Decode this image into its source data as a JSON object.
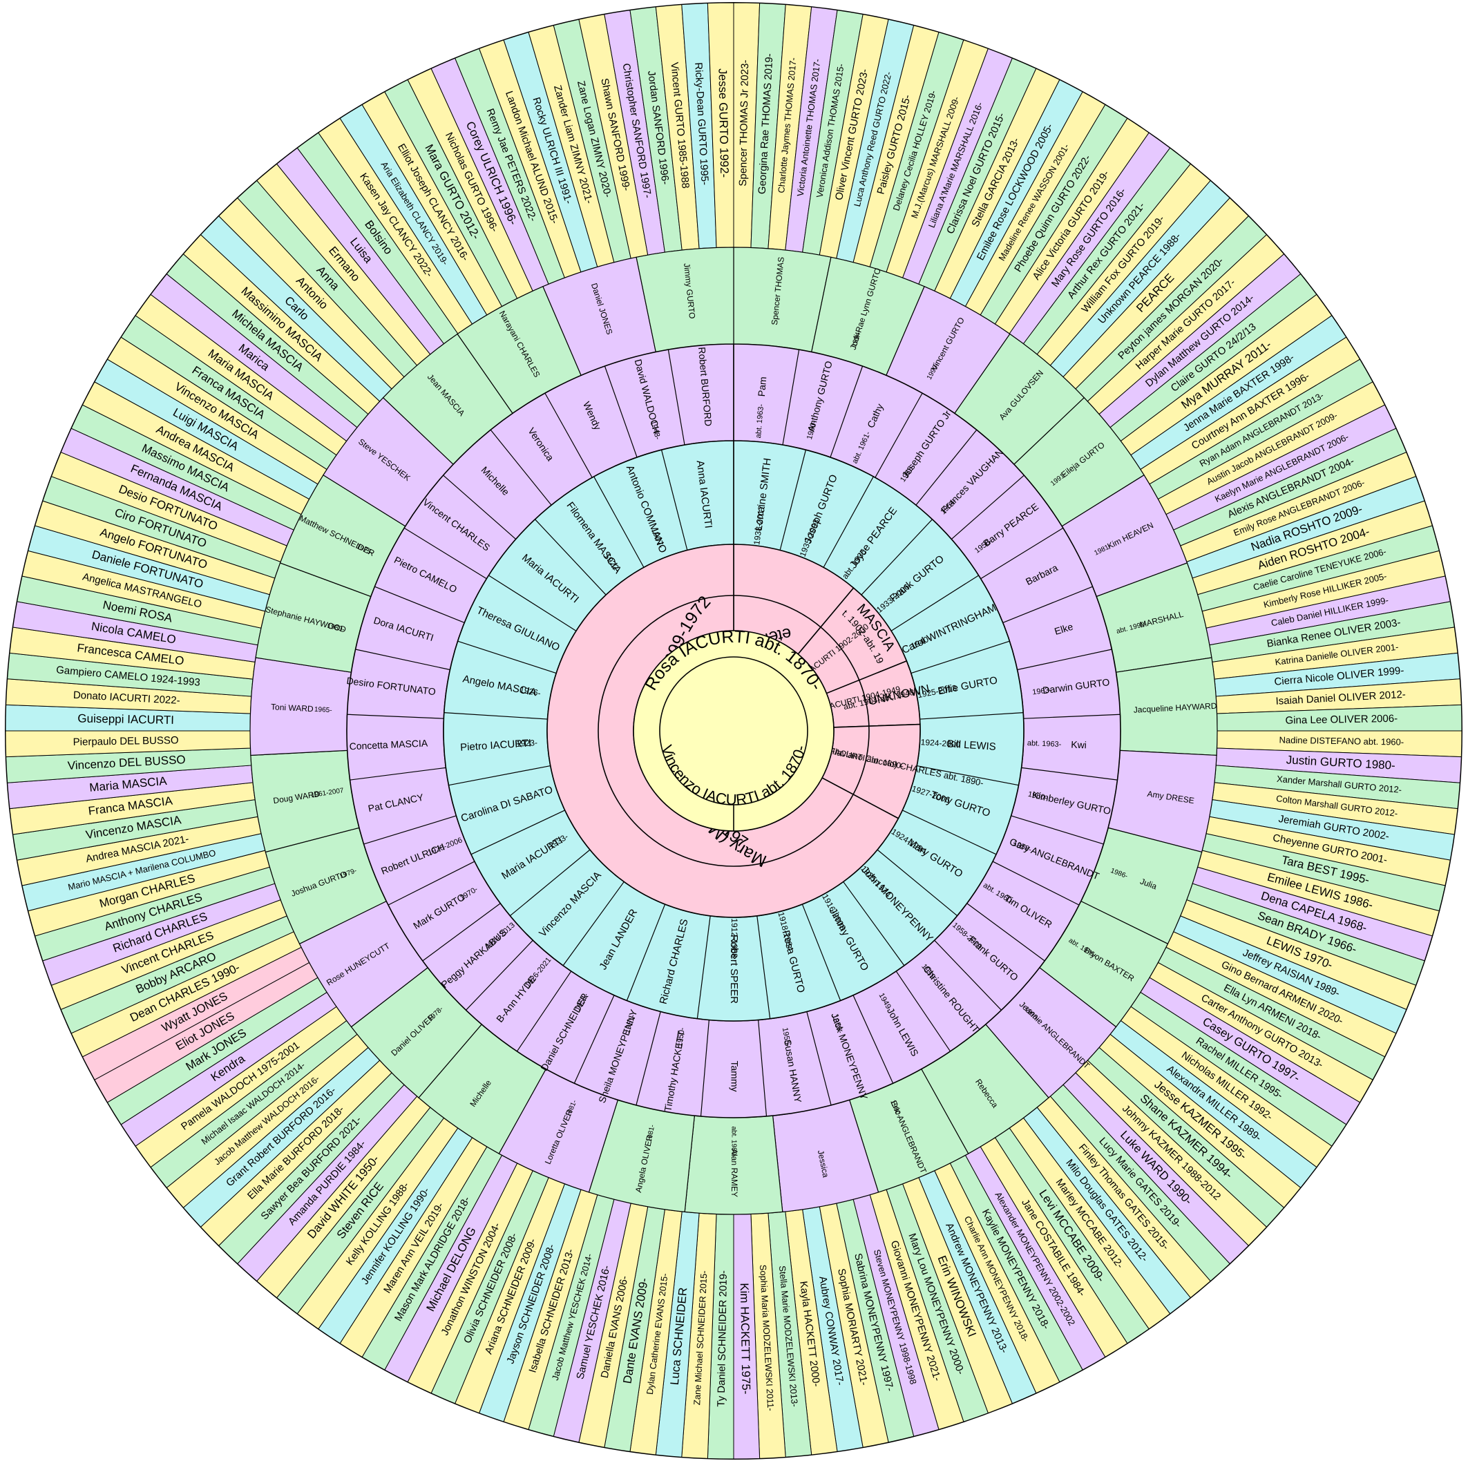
{
  "colors": {
    "center": "#ffffbb",
    "pink": "#ffccdd",
    "cyan": "#bbf3f3",
    "lavender": "#e6c8ff",
    "green": "#c2f3cc",
    "yellow": "#fff6ad",
    "outline": "#000000"
  },
  "center_couple": {
    "husband": "Rosa IACURTI abt. 1870-",
    "wife": "Vincenzo IACURTI abt. 1870-"
  },
  "ring1": {
    "peter": "Peter (Pietro IACURTI) GURTO 1894-1971",
    "mary": "Mary (Maria) DEL VECCHIO 1899-1972",
    "mascia_name": "MASCIA",
    "mascia_dates": "abt. 1902-abt. 1980",
    "rosaria": "Rosaria IACURTI 1902-2000",
    "flaviano": "Flaviano IACURTI 1904-1949",
    "unknown": "UNKNOWN",
    "unknown_dates": "abt. 1904-abt. 1948",
    "emanuela": "Emanuela IACURTI abt. 1890-",
    "frank_charles": "Frank (Flaviano Ciocolo) CHARLES abt. 1890-"
  },
  "ring2": [
    {
      "label": "Lorraine SMITH",
      "dates": "1938-2017"
    },
    {
      "label": "Joseph GURTO",
      "dates": "1935-2003"
    },
    {
      "label": "Joyce PEARCE",
      "dates": "abt. 1935-"
    },
    {
      "label": "Frank GURTO",
      "dates": "1933-2006"
    },
    {
      "label": "Carol WINTRINGHAM",
      "dates": "1940-"
    },
    {
      "label": "Effie GURTO",
      "dates": "1925-2013"
    },
    {
      "label": "Bill LEWIS",
      "dates": "1924-2000"
    },
    {
      "label": "Tony GURTO",
      "dates": "1927-2006"
    },
    {
      "label": "Mary GURTO",
      "dates": "1924-1994"
    },
    {
      "label": "John MONEYPENNY",
      "dates": "1925-1974"
    },
    {
      "label": "Jimmy GURTO",
      "dates": "1916-2008"
    },
    {
      "label": "Rosa GURTO",
      "dates": "1918-1984"
    },
    {
      "label": "Robert SPEER",
      "dates": "1912-1988"
    },
    {
      "label": "Richard CHARLES",
      "dates": ""
    },
    {
      "label": "Jean LANDER",
      "dates": ""
    },
    {
      "label": "Vincenzo MASCIA",
      "dates": ""
    },
    {
      "label": "Maria IACURTI",
      "dates": "1933-"
    },
    {
      "label": "Carolina DI SABATO",
      "dates": ""
    },
    {
      "label": "Pietro IACURTI",
      "dates": "1923-"
    },
    {
      "label": "Angelo MASCIA",
      "dates": "1926-"
    },
    {
      "label": "Theresa GIULIANO",
      "dates": ""
    },
    {
      "label": "Maria IACURTI",
      "dates": ""
    },
    {
      "label": "Filomena MASCIA",
      "dates": "1922-"
    },
    {
      "label": "Antonio COMMANO",
      "dates": "1907-"
    },
    {
      "label": "Anna IACURTI",
      "dates": ""
    }
  ],
  "ring3": [
    {
      "label": "Pam",
      "dates": "abt. 1963-"
    },
    {
      "label": "Anthony GURTO",
      "dates": "1960-"
    },
    {
      "label": "Cathy",
      "dates": "abt. 1961-"
    },
    {
      "label": "Joseph GURTO Jr",
      "dates": "1955-"
    },
    {
      "label": "Frances VAUGHAN",
      "dates": "1954-"
    },
    {
      "label": "Barry PEARCE",
      "dates": "1956-"
    },
    {
      "label": "Barbara",
      "dates": ""
    },
    {
      "label": "Elke",
      "dates": ""
    },
    {
      "label": "Darwin GURTO",
      "dates": "1963-"
    },
    {
      "label": "Kwi",
      "dates": "abt. 1963-"
    },
    {
      "label": "Kimberley GURTO",
      "dates": "1960-"
    },
    {
      "label": "Gary ANGLEBRANDT",
      "dates": "1958-"
    },
    {
      "label": "Tim OLIVER",
      "dates": "abt. 1960-"
    },
    {
      "label": "Frank GURTO",
      "dates": "1958-2020"
    },
    {
      "label": "Christine ROUGHT",
      "dates": "1959-"
    },
    {
      "label": "John LEWIS",
      "dates": "1949-"
    },
    {
      "label": "Jack MONEYPENNY",
      "dates": "1956-"
    },
    {
      "label": "Susan HANNY",
      "dates": "1956-"
    },
    {
      "label": "Tammy",
      "dates": ""
    },
    {
      "label": "Timothy HACKETT",
      "dates": "1950-"
    },
    {
      "label": "Sheila MONEYPENNY",
      "dates": "1951-"
    },
    {
      "label": "Daniel SCHNEIDER",
      "dates": "1951-"
    },
    {
      "label": "B-Ann HYDE",
      "dates": "1926-2021"
    },
    {
      "label": "Peggy HARKABUS",
      "dates": "1924-2013"
    },
    {
      "label": "Mark GURTO",
      "dates": "1970-"
    },
    {
      "label": "Robert ULRICH",
      "dates": "1970-2006"
    },
    {
      "label": "Pat CLANCY",
      "dates": ""
    },
    {
      "label": "Concetta MASCIA",
      "dates": ""
    },
    {
      "label": "Desiro FORTUNATO",
      "dates": ""
    },
    {
      "label": "Dora IACURTI",
      "dates": ""
    },
    {
      "label": "Pietro CAMELO",
      "dates": ""
    },
    {
      "label": "Vincent CHARLES",
      "dates": ""
    },
    {
      "label": "Michelle",
      "dates": ""
    },
    {
      "label": "Veronica",
      "dates": ""
    },
    {
      "label": "Wendy",
      "dates": ""
    },
    {
      "label": "David WALDOCH",
      "dates": "1948-"
    },
    {
      "label": "Robert BURFORD",
      "dates": ""
    }
  ],
  "ring4": [
    {
      "label": "Spencer THOMAS",
      "dates": ""
    },
    {
      "label": "Jodi-Rae Lynn GURTO",
      "dates": "1994-"
    },
    {
      "label": "Vincent GURTO",
      "dates": "1990-"
    },
    {
      "label": "Ava GULOVSEN",
      "dates": ""
    },
    {
      "label": "Eileja GURTO",
      "dates": "1991-"
    },
    {
      "label": "Kim HEAVEN",
      "dates": "1981-"
    },
    {
      "label": "MARSHALL",
      "dates": "abt. 1990-"
    },
    {
      "label": "Jacqueline HAYWARD",
      "dates": ""
    },
    {
      "label": "Amy DRESE",
      "dates": ""
    },
    {
      "label": "Julia",
      "dates": "1986-"
    },
    {
      "label": "Bryon BAXTER",
      "dates": "abt. 1976-"
    },
    {
      "label": "Jeannie ANGLEBRANDT",
      "dates": "1998-"
    },
    {
      "label": "Rebecca",
      "dates": ""
    },
    {
      "label": "Eric ANGLEBRANDT",
      "dates": "1980-"
    },
    {
      "label": "Jessica",
      "dates": ""
    },
    {
      "label": "Alan RAMEY",
      "dates": "abt. 1980-"
    },
    {
      "label": "Angela OLIVER",
      "dates": "1981-"
    },
    {
      "label": "Loretta OLIVER",
      "dates": "1981-"
    },
    {
      "label": "Michelle",
      "dates": ""
    },
    {
      "label": "Daniel OLIVER",
      "dates": "1978-"
    },
    {
      "label": "Rose HUNEYCUTT",
      "dates": ""
    },
    {
      "label": "Joshua GURTO",
      "dates": "1979-"
    },
    {
      "label": "Doug WARD",
      "dates": "1961-2007"
    },
    {
      "label": "Toni WARD",
      "dates": "1965-"
    },
    {
      "label": "Stephanie HAYWOOD",
      "dates": "1980-"
    },
    {
      "label": "Matthew SCHNEIDER",
      "dates": "1975-"
    },
    {
      "label": "Steve YESCHEK",
      "dates": ""
    },
    {
      "label": "Jean MASCIA",
      "dates": ""
    },
    {
      "label": "Narayani CHARLES",
      "dates": ""
    },
    {
      "label": "Daniel JONES",
      "dates": ""
    },
    {
      "label": "Jimmy GURTO",
      "dates": ""
    }
  ],
  "ring5": [
    {
      "label": "Spencer THOMAS Jr 2023-"
    },
    {
      "label": "Georgina Rae THOMAS 2019-"
    },
    {
      "label": "Charlotte Jaymes THOMAS 2017-"
    },
    {
      "label": "Victoria Antoinette THOMAS 2017-"
    },
    {
      "label": "Veronica Addison THOMAS 2015-"
    },
    {
      "label": "Oliver Vincent GURTO 2023-"
    },
    {
      "label": "Luca Anthony Reed GURTO 2022-"
    },
    {
      "label": "Paisley GURTO 2015-"
    },
    {
      "label": "Delaney Cecilia HOLLEY 2019-"
    },
    {
      "label": "M.J.(Marcus) MARSHALL 2009-"
    },
    {
      "label": "Liliana A'Marie MARSHALL 2016-"
    },
    {
      "label": "Clarissa Noel GURTO 2015-"
    },
    {
      "label": "Stella GARCIA 2013-"
    },
    {
      "label": "Emilee Rose LOCKWOOD 2005-"
    },
    {
      "label": "Madeline Renee WASSON 2001-"
    },
    {
      "label": "Phoebe Quinn GURTO 2022-"
    },
    {
      "label": "Alice Victoria GURTO 2019-"
    },
    {
      "label": "Mary Rose GURTO 2016-"
    },
    {
      "label": "Arthur Rex GURTO 2021-"
    },
    {
      "label": "William Fox GURTO 2019-"
    },
    {
      "label": "Unknown PEARCE 1988-"
    },
    {
      "label": "PEARCE"
    },
    {
      "label": "Peyton james MORGAN 2020-"
    },
    {
      "label": "Harper Marie GURTO 2017-"
    },
    {
      "label": "Dylan Matthew GURTO 2014-"
    },
    {
      "label": "Claire GURTO 24/2/13"
    },
    {
      "label": "Mya MURRAY 2011-"
    },
    {
      "label": "Jenna Marie BAXTER 1998-"
    },
    {
      "label": "Courtney Ann BAXTER 1996-"
    },
    {
      "label": "Ryan Adam ANGLEBRANDT 2013-"
    },
    {
      "label": "Austin Jacob ANGLEBRANDT 2009-"
    },
    {
      "label": "Kaelyn Marie ANGLEBRANDT 2006-"
    },
    {
      "label": "Alexis ANGLEBRANDT 2004-"
    },
    {
      "label": "Emily Rose ANGLEBRANDT 2006-"
    },
    {
      "label": "Nadia ROSHTO 2009-"
    },
    {
      "label": "Aiden ROSHTO 2004-"
    },
    {
      "label": "Caelie Caroline TENEYUKE 2006-"
    },
    {
      "label": "Kimberly Rose HILLIKER 2005-"
    },
    {
      "label": "Caleb Daniel HILLIKER 1999-"
    },
    {
      "label": "Bianka Renee OLIVER 2003-"
    },
    {
      "label": "Katrina Danielle OLIVER 2001-"
    },
    {
      "label": "Cierra Nicole OLIVER 1999-"
    },
    {
      "label": "Isaiah Daniel OLIVER 2012-"
    },
    {
      "label": "Gina Lee OLIVER 2006-"
    },
    {
      "label": "Nadine DISTEFANO abt. 1960-"
    },
    {
      "label": "Justin GURTO 1980-"
    },
    {
      "label": "Xander Marshall GURTO 2012-"
    },
    {
      "label": "Colton Marshall GURTO 2012-"
    },
    {
      "label": "Jeremiah GURTO 2002-"
    },
    {
      "label": "Cheyenne GURTO 2001-"
    },
    {
      "label": "Tara BEST 1995-"
    },
    {
      "label": "Emilee LEWIS 1986-"
    },
    {
      "label": "Dena CAPELA 1968-"
    },
    {
      "label": "Sean BRADY 1966-"
    },
    {
      "label": "LEWIS 1970-"
    },
    {
      "label": "Jeffrey RAISIAN 1989-"
    },
    {
      "label": "Gino Bernard ARMENI 2020-"
    },
    {
      "label": "Ella Lyn ARMENI 2018-"
    },
    {
      "label": "Carter Anthony GURTO 2013-"
    },
    {
      "label": "Casey GURTO 1997-"
    },
    {
      "label": "Rachel MILLER 1995-"
    },
    {
      "label": "Nicholas MILLER 1992-"
    },
    {
      "label": "Alexandra MILLER 1989-"
    },
    {
      "label": "Jesse KAZMER 1995-"
    },
    {
      "label": "Shane KAZMER 1994-"
    },
    {
      "label": "Johnny KAZMER 1988-2012"
    },
    {
      "label": "Luke WARD 1990-"
    },
    {
      "label": "Lucy Marie GATES 2019-"
    },
    {
      "label": "Finley Thomas GATES 2015-"
    },
    {
      "label": "Milo Douglas GATES 2012-"
    },
    {
      "label": "Marley MCCABE 2012-"
    },
    {
      "label": "Levi MCCABE 2009-"
    },
    {
      "label": "Jane COSTABILE 1984-"
    },
    {
      "label": "Alexander MONEYPENNY 2002-2002"
    },
    {
      "label": "Kaylie MONEYPENNY 2018-"
    },
    {
      "label": "Charlie Ann MONEYPENNY 2018-"
    },
    {
      "label": "Andrew MONEYPENNY 2013-"
    },
    {
      "label": "Erin WINOWSKI"
    },
    {
      "label": "Mary Lou MONEYPENNY 2000-"
    },
    {
      "label": "Giovanni MONEYPENNY 2021-"
    },
    {
      "label": "Steven MONEYPENNY 1998-1998"
    },
    {
      "label": "Sabrina MONEYPENNY 1997-"
    },
    {
      "label": "Sophia MORIARTY 2021-"
    },
    {
      "label": "Aubrey CONWAY 2017-"
    },
    {
      "label": "Kayla HACKETT 2000-"
    },
    {
      "label": "Stella Marie MODZELEWSKI 2013-"
    },
    {
      "label": "Sophia Maria MODZELEWSKI 2011-"
    },
    {
      "label": "Kim HACKETT 1975-"
    },
    {
      "label": "Ty Daniel SCHNEIDER 2019-"
    },
    {
      "label": "Zane Michael SCHNEIDER 2015-"
    },
    {
      "label": "Luca SCHNEIDER"
    },
    {
      "label": "Dylan Catherine EVANS 2015-"
    },
    {
      "label": "Dante EVANS 2009-"
    },
    {
      "label": "Daniella EVANS 2006-"
    },
    {
      "label": "Samuel YESCHEK 2016-"
    },
    {
      "label": "Jacob Matthew YESCHEK 2014-"
    },
    {
      "label": "Isabella SCHNEIDER 2013-"
    },
    {
      "label": "Jayson SCHNEIDER 2008-"
    },
    {
      "label": "Ariana SCHNEIDER 2009-"
    },
    {
      "label": "Olivia SCHNEIDER 2008-"
    },
    {
      "label": "Jonathon WINSTON 2004-"
    },
    {
      "label": "Michael DELONG"
    },
    {
      "label": "Mason Mark ALDRIDGE 2018-"
    },
    {
      "label": "Maren Ann VEIL 2019-"
    },
    {
      "label": "Jennifer KOLLING 1990-"
    },
    {
      "label": "Kelly KOLLING 1988-"
    },
    {
      "label": "Steven RICE"
    },
    {
      "label": "David WHITE 1950-"
    },
    {
      "label": "Amanda PURDIE 1984-"
    },
    {
      "label": "Sawyer Bea BURFORD 2021-"
    },
    {
      "label": "Ella Marie BURFORD 2018-"
    },
    {
      "label": "Grant Robert BURFORD 2016-"
    },
    {
      "label": "Jacob Matthew WALDOCH 2016-"
    },
    {
      "label": "Michael Isaac WALDOCH 2014-"
    },
    {
      "label": "Pamela WALDOCH 1975-2001"
    },
    {
      "label": "Kendra"
    },
    {
      "label": "Mark JONES"
    },
    {
      "label": "Eliot JONES"
    },
    {
      "label": "Wyatt JONES"
    },
    {
      "label": "Dean CHARLES 1990-"
    },
    {
      "label": "Bobby ARCARO"
    },
    {
      "label": "Vincent CHARLES"
    },
    {
      "label": "Richard CHARLES"
    },
    {
      "label": "Anthony CHARLES"
    },
    {
      "label": "Morgan CHARLES"
    },
    {
      "label": "Mario MASCIA + Marilena COLUMBO"
    },
    {
      "label": "Andrea MASCIA 2021-"
    },
    {
      "label": "Vincenzo MASCIA"
    },
    {
      "label": "Franca MASCIA"
    },
    {
      "label": "Maria MASCIA"
    },
    {
      "label": "Vincenzo DEL BUSSO"
    },
    {
      "label": "Pierpaulo DEL BUSSO"
    },
    {
      "label": "Guiseppi IACURTI"
    },
    {
      "label": "Donato IACURTI 2022-"
    },
    {
      "label": "Gampiero CAMELO 1924-1993"
    },
    {
      "label": "Francesca CAMELO"
    },
    {
      "label": "Nicola CAMELO"
    },
    {
      "label": "Noemi ROSA"
    },
    {
      "label": "Angelica MASTRANGELO"
    },
    {
      "label": "Daniele FORTUNATO"
    },
    {
      "label": "Angelo FORTUNATO"
    },
    {
      "label": "Ciro FORTUNATO"
    },
    {
      "label": "Desio FORTUNATO"
    },
    {
      "label": "Fernanda MASCIA"
    },
    {
      "label": "Massimo MASCIA"
    },
    {
      "label": "Andrea MASCIA"
    },
    {
      "label": "Luigi MASCIA"
    },
    {
      "label": "Vincenzo MASCIA"
    },
    {
      "label": "Franca MASCIA"
    },
    {
      "label": "Maria MASCIA"
    },
    {
      "label": "Marica"
    },
    {
      "label": "Michela MASCIA"
    },
    {
      "label": "Massimino MASCIA"
    },
    {
      "label": "Carlo"
    },
    {
      "label": "Antonio"
    },
    {
      "label": "Anna"
    },
    {
      "label": "Ermano"
    },
    {
      "label": "Luisa"
    },
    {
      "label": "Bolsino"
    },
    {
      "label": "Kasen Jay CLANCY 2022-"
    },
    {
      "label": "Aria Elizabeth CLANCY 2019-"
    },
    {
      "label": "Elliot Joseph CLANCY 2016-"
    },
    {
      "label": "Mara GURTO 2012-"
    },
    {
      "label": "Nicholas GURTO 1996-"
    },
    {
      "label": "Corey ULRICH 1996-"
    },
    {
      "label": "Remy Jae PETERS 2022-"
    },
    {
      "label": "Landon Michael ALUND 2015-"
    },
    {
      "label": "Rocky ULRICH III 1991-"
    },
    {
      "label": "Zander Liam ZIMNY 2021-"
    },
    {
      "label": "Zane Logan ZIMNY 2020-"
    },
    {
      "label": "Shawn SANFORD 1999-"
    },
    {
      "label": "Christopher SANFORD 1997-"
    },
    {
      "label": "Jordan SANFORD 1996-"
    },
    {
      "label": "Vincent GURTO 1985-1988"
    },
    {
      "label": "Ricky-Dean GURTO 1995-"
    },
    {
      "label": "Jesse GURTO 1992-"
    }
  ]
}
